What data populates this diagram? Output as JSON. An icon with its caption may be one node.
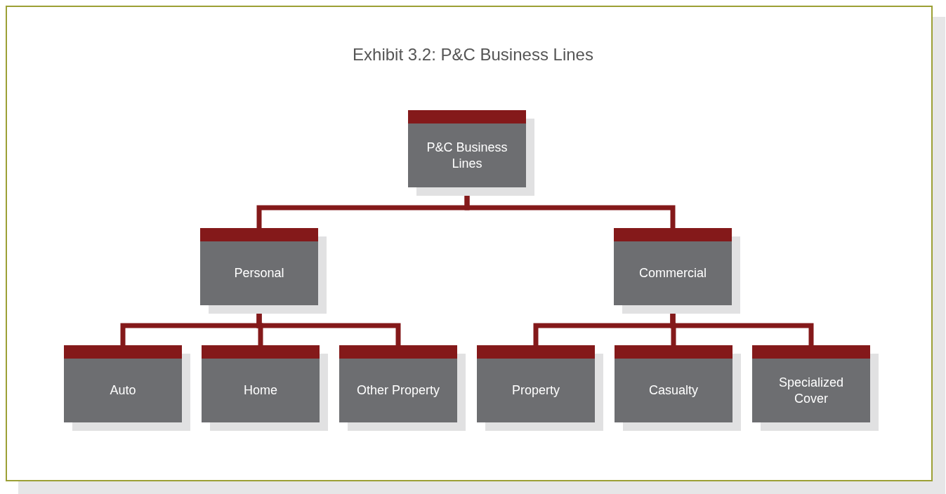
{
  "diagram": {
    "title": "Exhibit 3.2: P&C Business Lines",
    "nodes": [
      {
        "text": [
          "P&C Business Lines"
        ]
      },
      {
        "text": [
          "Personal"
        ]
      },
      {
        "text": [
          "Commercial"
        ]
      },
      {
        "text": [
          "Auto"
        ]
      },
      {
        "text": [
          "Home"
        ]
      },
      {
        "text": [
          "Other Property"
        ]
      },
      {
        "text": [
          "Property"
        ]
      },
      {
        "text": [
          "Casualty"
        ]
      },
      {
        "text": [
          "Specialized Cover"
        ]
      }
    ],
    "edges": [
      {
        "from": 0,
        "to": 1,
        "arrow": "none"
      },
      {
        "from": 0,
        "to": 2,
        "arrow": "none"
      },
      {
        "from": 1,
        "to": 3,
        "arrow": "none"
      },
      {
        "from": 1,
        "to": 4,
        "arrow": "none"
      },
      {
        "from": 1,
        "to": 5,
        "arrow": "none"
      },
      {
        "from": 2,
        "to": 6,
        "arrow": "none"
      },
      {
        "from": 2,
        "to": 7,
        "arrow": "none"
      },
      {
        "from": 2,
        "to": 8,
        "arrow": "none"
      }
    ]
  }
}
